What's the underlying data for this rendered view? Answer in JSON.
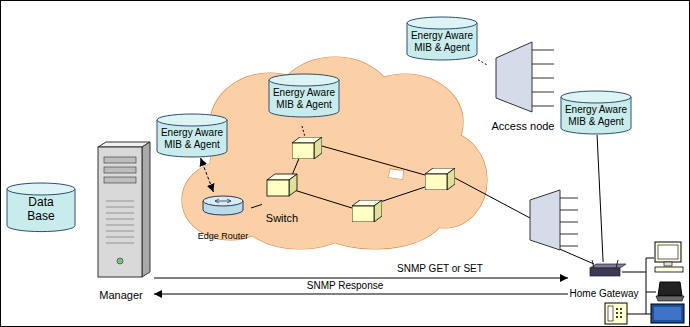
{
  "diagram": {
    "nodes": [
      {
        "text": [
          "Data Base"
        ]
      },
      {
        "text": [
          "Manager"
        ]
      },
      {
        "text": [
          "Energy Aware MIB & Agent"
        ]
      },
      {
        "text": [
          "Edge Router"
        ]
      },
      {
        "text": [
          "Switch"
        ]
      },
      {
        "text": [
          "Energy Aware MIB & Agent"
        ]
      },
      {
        "text": [
          "Energy Aware MIB & Agent"
        ]
      },
      {
        "text": [
          "Access node"
        ]
      },
      {
        "text": [
          "Energy Aware MIB & Agent"
        ]
      },
      {
        "text": [
          "Home Gateway"
        ]
      }
    ],
    "edges": [
      {
        "from": 1,
        "to": 9,
        "arrow": "to",
        "label": "SNMP GET or SET"
      },
      {
        "from": 9,
        "to": 1,
        "arrow": "to",
        "label": "SNMP Response"
      },
      {
        "from": 2,
        "to": 3,
        "arrow": "both"
      },
      {
        "from": 3,
        "to": 4,
        "arrow": "none"
      },
      {
        "from": 6,
        "to": 7,
        "arrow": "none"
      },
      {
        "from": 8,
        "to": 9,
        "arrow": "none"
      }
    ]
  }
}
